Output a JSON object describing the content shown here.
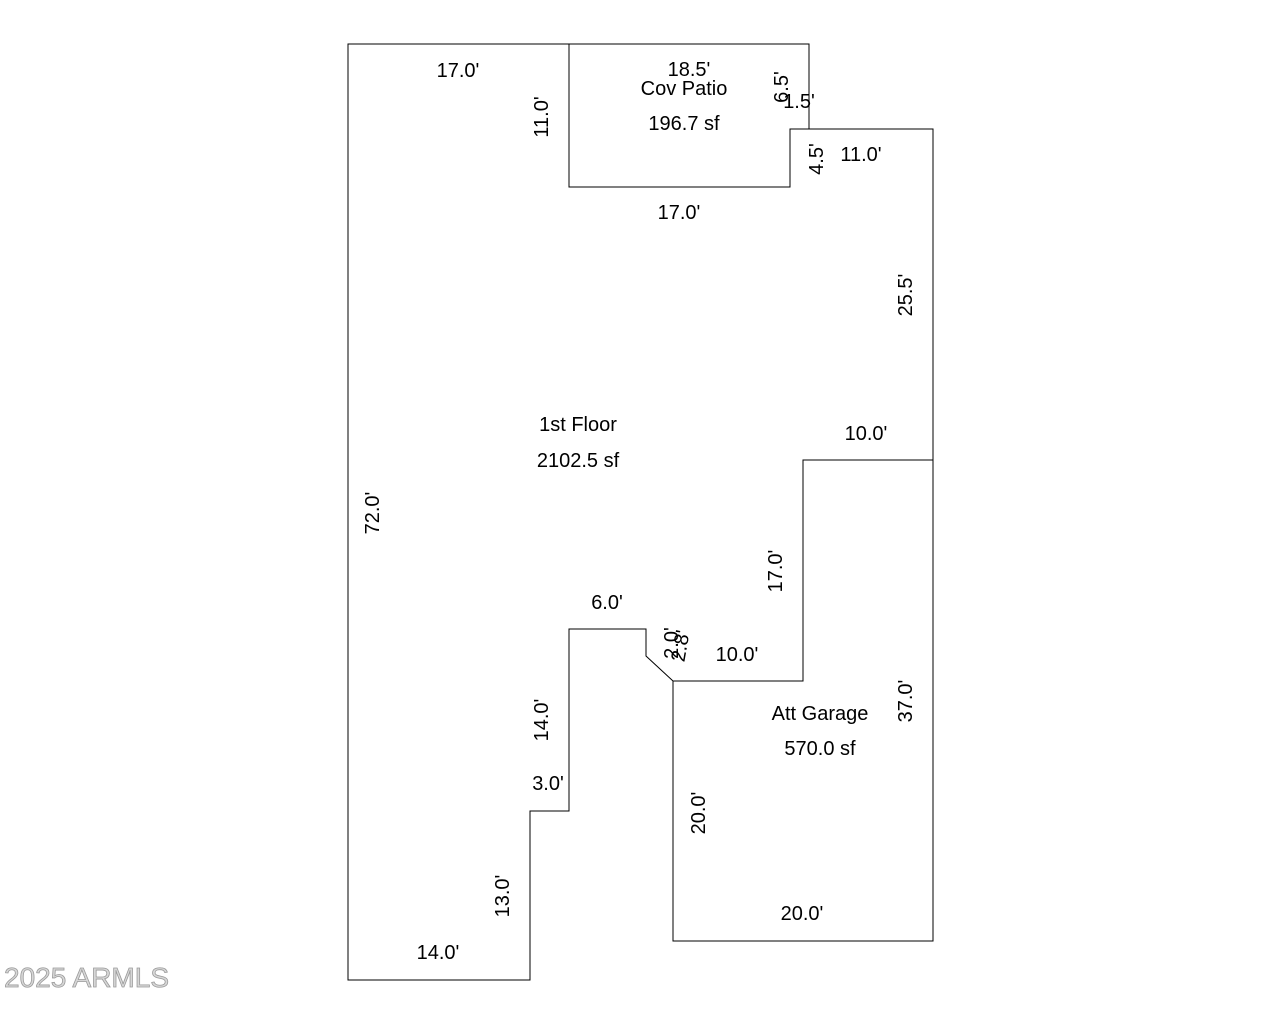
{
  "colors": {
    "line": "#000000",
    "text": "#000000",
    "background": "#ffffff",
    "watermark_fill": "#d7d7d7"
  },
  "rooms": {
    "first_floor": {
      "name": "1st Floor",
      "area": "2102.5 sf"
    },
    "cov_patio": {
      "name": "Cov Patio",
      "area": "196.7 sf"
    },
    "att_garage": {
      "name": "Att Garage",
      "area": "570.0 sf"
    }
  },
  "dimensions": {
    "first_floor_top": "17.0'",
    "first_floor_left": "72.0'",
    "first_floor_bottom": "14.0'",
    "first_floor_step_lower": "13.0'",
    "first_floor_step_ledge": "3.0'",
    "first_floor_step_upper": "14.0'",
    "first_floor_notch_top": "6.0'",
    "first_floor_diagonal_a": "2.0'",
    "first_floor_diagonal_b": "2.8'",
    "first_floor_garage_top": "10.0'",
    "first_floor_garage_side": "17.0'",
    "first_floor_ledge_right": "10.0'",
    "first_floor_right": "25.5'",
    "first_floor_jog_top": "11.0'",
    "first_floor_jog_side": "4.5'",
    "patio_bottom": "17.0'",
    "patio_left": "11.0'",
    "patio_top": "18.5'",
    "patio_right": "6.5'",
    "patio_jog": "1.5'",
    "garage_right": "37.0'",
    "garage_left": "20.0'",
    "garage_bottom": "20.0'"
  },
  "watermark": "2025 ARMLS"
}
